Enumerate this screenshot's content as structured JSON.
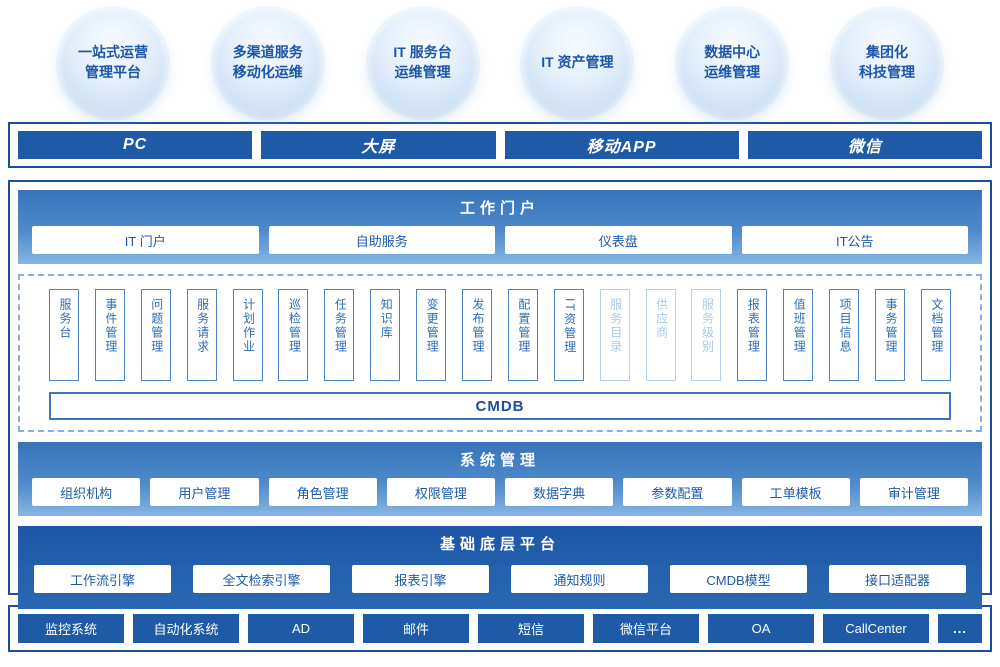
{
  "colors": {
    "primary_blue": "#1e5aa6",
    "border_blue": "#1a4f9c",
    "band_gradient_top": "#3673ba",
    "band_gradient_bottom": "#86b6e4",
    "dark_band_blue": "#1d56a4",
    "bubble_fill": "#d2e4f7",
    "button_text_blue": "#1c5aa8",
    "faded_module_blue": "#a9c9ec"
  },
  "bubbles": [
    {
      "lines": [
        "一站式运营",
        "管理平台"
      ]
    },
    {
      "lines": [
        "多渠道服务",
        "移动化运维"
      ]
    },
    {
      "lines": [
        "IT 服务台",
        "运维管理"
      ]
    },
    {
      "lines": [
        "IT 资产管理"
      ]
    },
    {
      "lines": [
        "数据中心",
        "运维管理"
      ]
    },
    {
      "lines": [
        "集团化",
        "科技管理"
      ]
    }
  ],
  "channels": [
    "PC",
    "大屏",
    "移动APP",
    "微信"
  ],
  "portal": {
    "title": "工作门户",
    "items": [
      "IT 门户",
      "自助服务",
      "仪表盘",
      "IT公告"
    ]
  },
  "modules": {
    "cmdb_label": "CMDB",
    "items": [
      {
        "label": "服务台",
        "faded": false
      },
      {
        "label": "事件管理",
        "faded": false
      },
      {
        "label": "问题管理",
        "faded": false
      },
      {
        "label": "服务请求",
        "faded": false
      },
      {
        "label": "计划作业",
        "faded": false
      },
      {
        "label": "巡检管理",
        "faded": false
      },
      {
        "label": "任务管理",
        "faded": false
      },
      {
        "label": "知识库",
        "faded": false
      },
      {
        "label": "变更管理",
        "faded": false
      },
      {
        "label": "发布管理",
        "faded": false
      },
      {
        "label": "配置管理",
        "faded": false
      },
      {
        "label": "IT资管理",
        "faded": false
      },
      {
        "label": "服务目录",
        "faded": true
      },
      {
        "label": "供应商",
        "faded": true
      },
      {
        "label": "服务级别",
        "faded": true
      },
      {
        "label": "报表管理",
        "faded": false
      },
      {
        "label": "值班管理",
        "faded": false
      },
      {
        "label": "项目信息",
        "faded": false
      },
      {
        "label": "事务管理",
        "faded": false
      },
      {
        "label": "文档管理",
        "faded": false
      }
    ]
  },
  "system": {
    "title": "系统管理",
    "items": [
      "组织机构",
      "用户管理",
      "角色管理",
      "权限管理",
      "数据字典",
      "参数配置",
      "工单模板",
      "审计管理"
    ]
  },
  "platform": {
    "title": "基础底层平台",
    "items": [
      "工作流引擎",
      "全文检索引擎",
      "报表引擎",
      "通知规则",
      "CMDB模型",
      "接口适配器"
    ]
  },
  "integrations": [
    "监控系统",
    "自动化系统",
    "AD",
    "邮件",
    "短信",
    "微信平台",
    "OA",
    "CallCenter",
    "..."
  ]
}
